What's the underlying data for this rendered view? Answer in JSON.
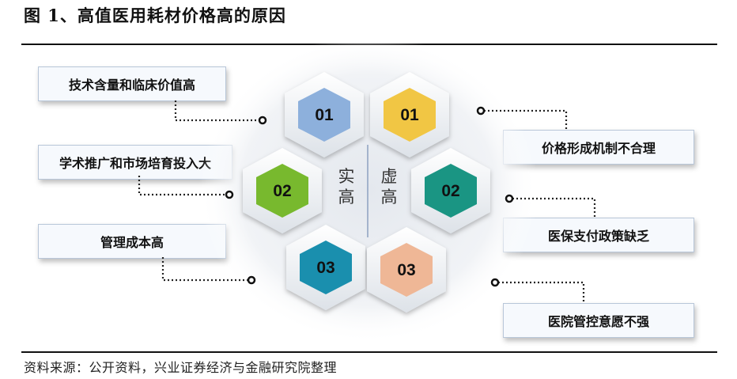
{
  "title": "图 1、高值医用耗材价格高的原因",
  "source": "资料来源：公开资料，兴业证券经济与金融研究院整理",
  "center_labels": {
    "left": "实高",
    "right": "虚高"
  },
  "left_reasons": [
    {
      "number": "01",
      "label": "技术含量和临床价值高",
      "color": "#8db0dc"
    },
    {
      "number": "02",
      "label": "学术推广和市场培育投入大",
      "color": "#78b92e"
    },
    {
      "number": "03",
      "label": "管理成本高",
      "color": "#1a8fae"
    }
  ],
  "right_reasons": [
    {
      "number": "01",
      "label": "价格形成机制不合理",
      "color": "#f1c644"
    },
    {
      "number": "02",
      "label": "医保支付政策缺乏",
      "color": "#1a9583"
    },
    {
      "number": "03",
      "label": "医院管控意愿不强",
      "color": "#efb796"
    }
  ]
}
